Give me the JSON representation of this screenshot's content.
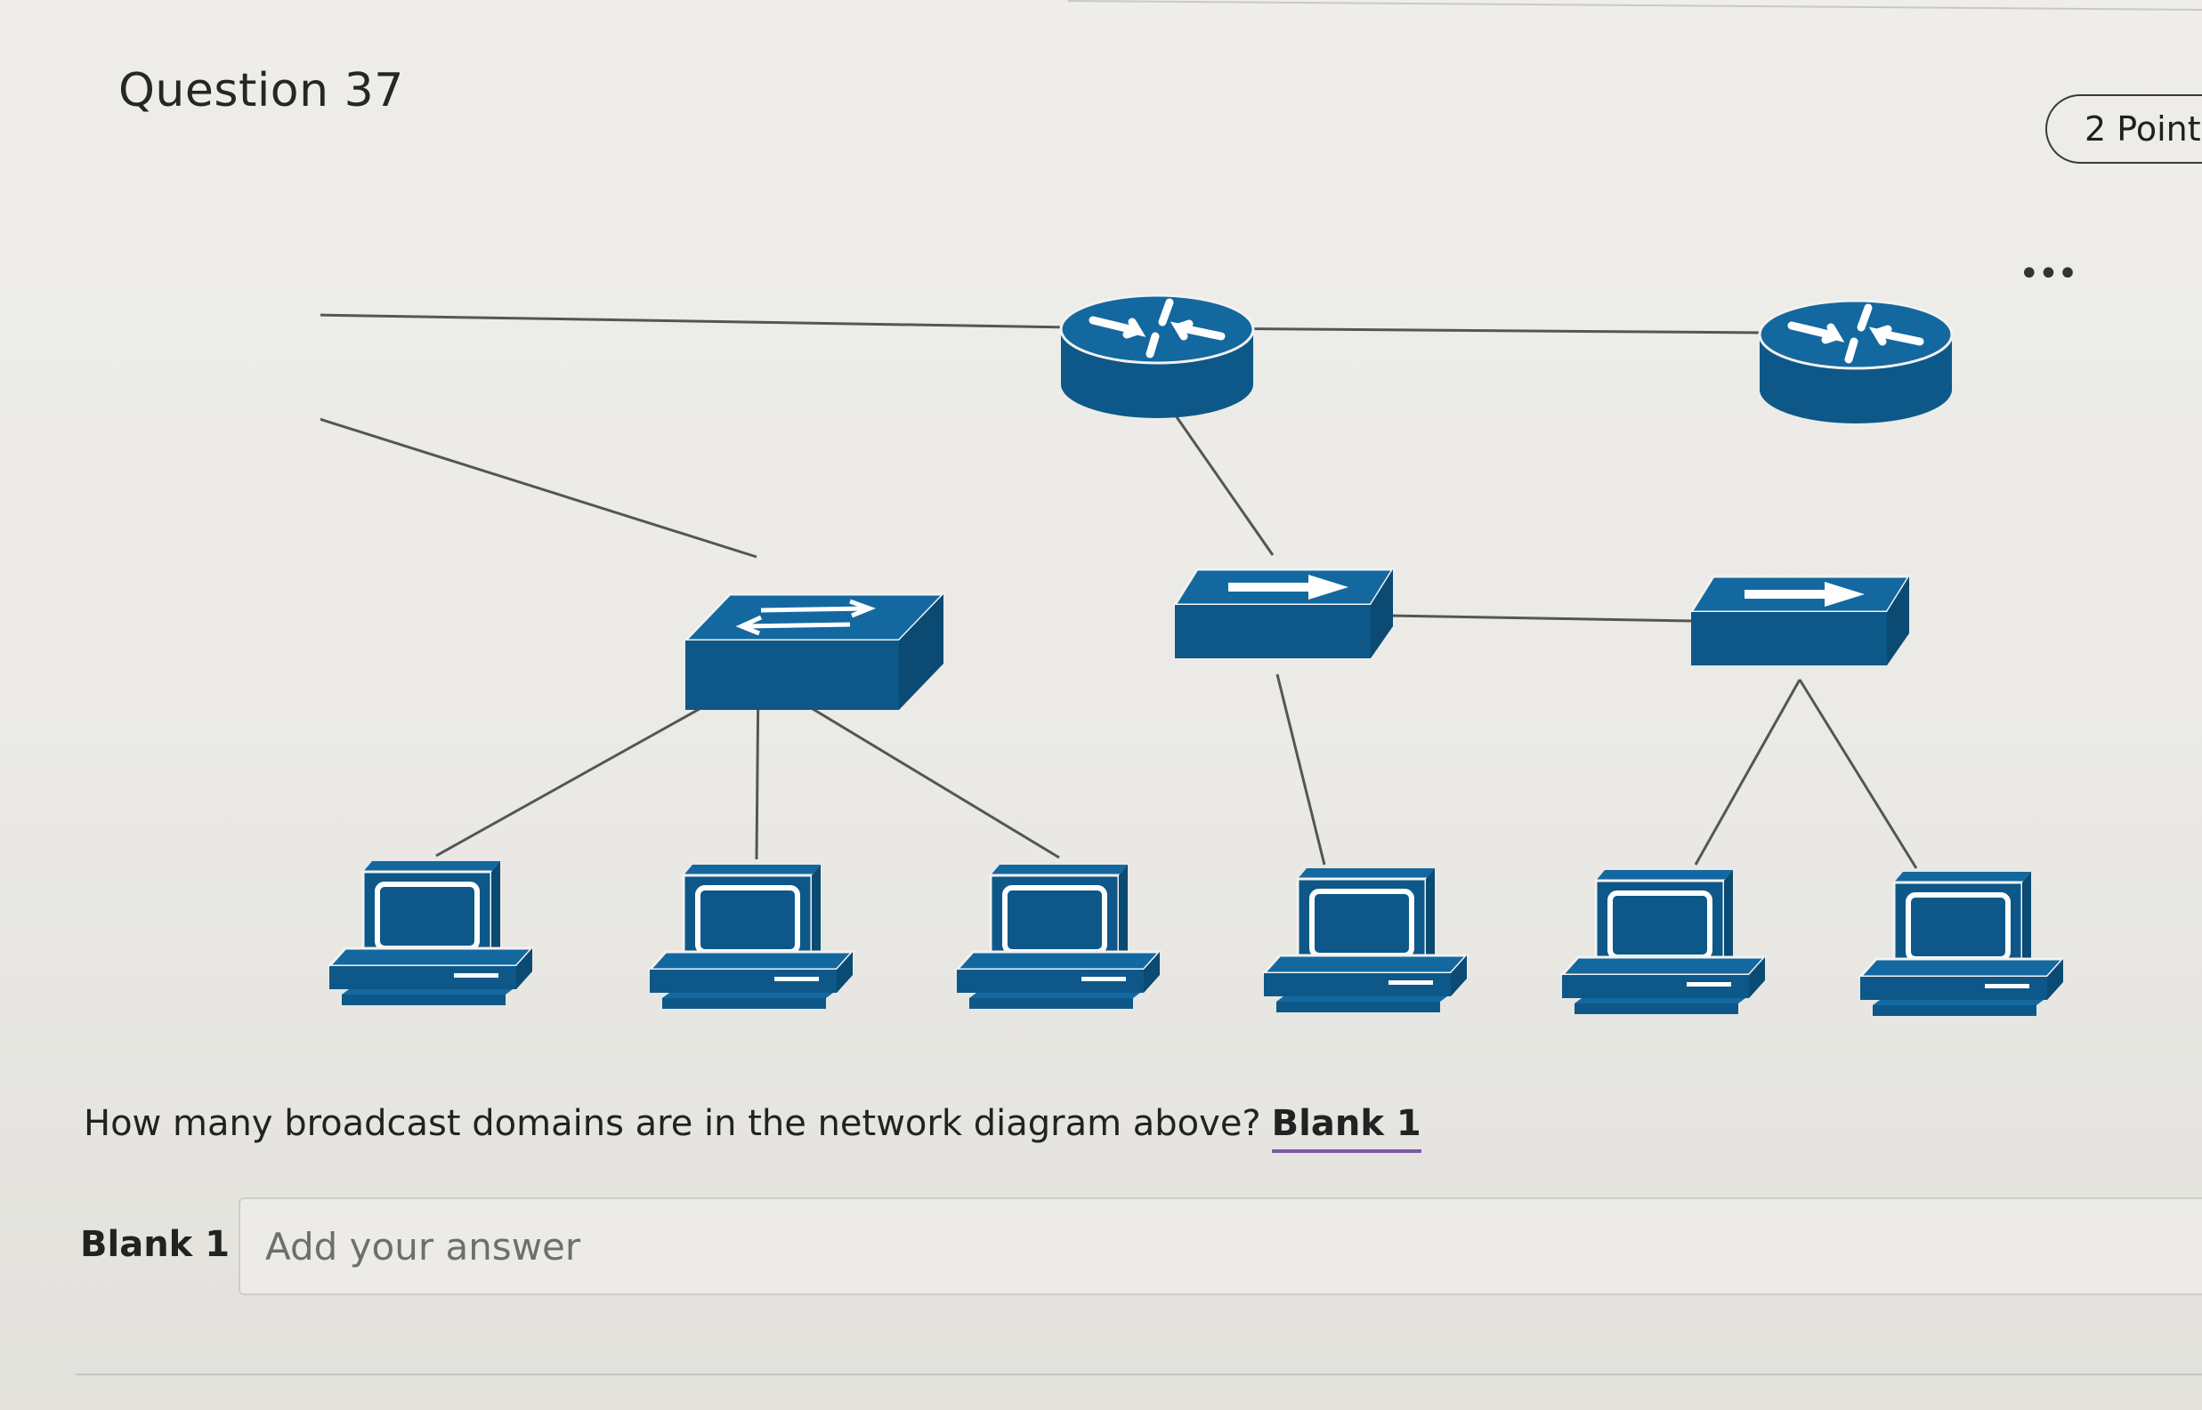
{
  "question": {
    "title": "Question 37",
    "points": "2 Point",
    "more_label": "•••",
    "prompt_text": "How many broadcast domains are in the network diagram above?",
    "prompt_blank": "Blank 1"
  },
  "answer": {
    "label": "Blank 1",
    "placeholder": "Add your answer",
    "value": ""
  },
  "colors": {
    "device_blue": "#0e5a8a",
    "link_gray": "#555555",
    "accent_underline": "#7c5aa6"
  },
  "diagram_icons": [
    "router-icon",
    "switch-icon",
    "computer-icon"
  ]
}
